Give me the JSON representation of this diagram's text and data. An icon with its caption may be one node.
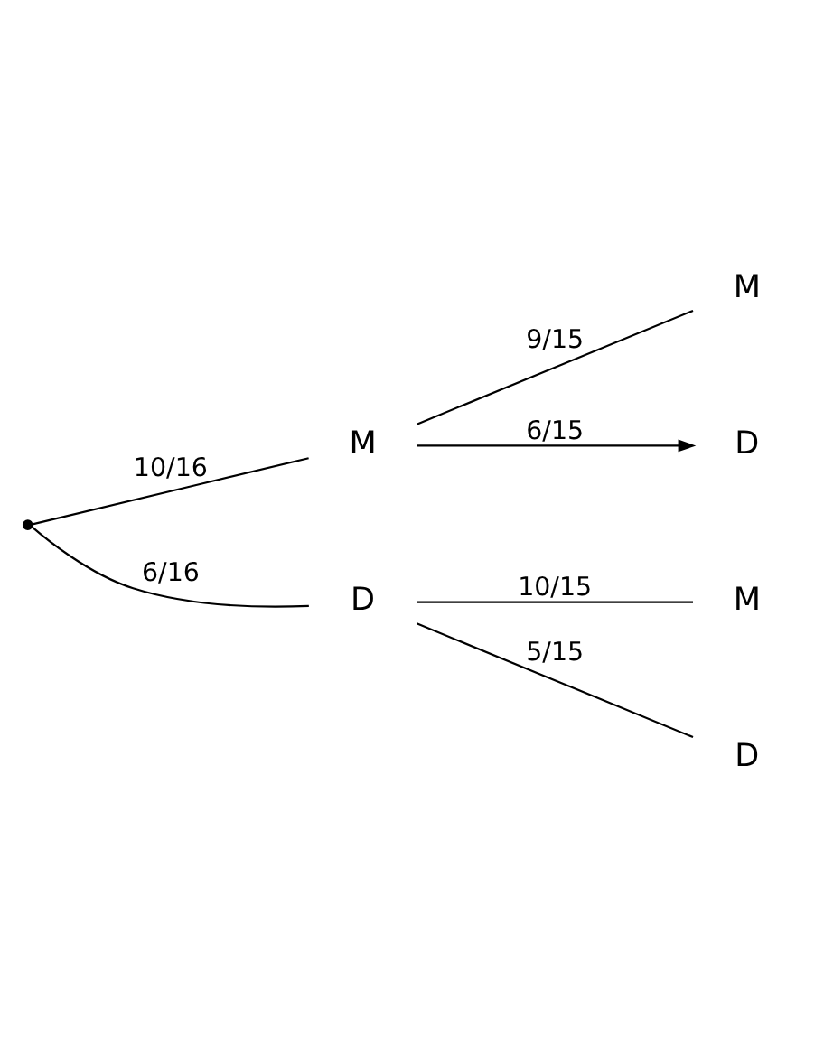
{
  "diagram": {
    "nodes": [
      {
        "text": [],
        "shape": "point"
      },
      {
        "text": [
          "M"
        ]
      },
      {
        "text": [
          "D"
        ]
      },
      {
        "text": [
          "M"
        ]
      },
      {
        "text": [
          "D"
        ]
      },
      {
        "text": [
          "M"
        ]
      },
      {
        "text": [
          "D"
        ]
      }
    ],
    "edges": [
      {
        "from": 0,
        "to": 1,
        "arrow": "none",
        "label": "10/16"
      },
      {
        "from": 0,
        "to": 2,
        "arrow": "none",
        "label": "6/16"
      },
      {
        "from": 1,
        "to": 3,
        "arrow": "none",
        "label": "9/15"
      },
      {
        "from": 1,
        "to": 4,
        "arrow": "to",
        "label": "6/15"
      },
      {
        "from": 2,
        "to": 5,
        "arrow": "none",
        "label": "10/15"
      },
      {
        "from": 2,
        "to": 6,
        "arrow": "none",
        "label": "5/15"
      }
    ]
  }
}
